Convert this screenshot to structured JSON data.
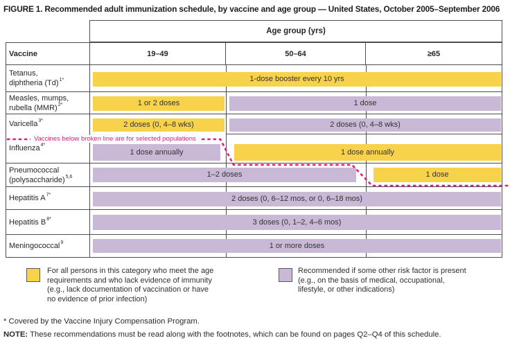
{
  "title": "FIGURE 1. Recommended adult immunization schedule, by vaccine and age group — United States, October 2005–September 2006",
  "colors": {
    "for_all": "#F8D24A",
    "risk_factor": "#C9B8D6",
    "broken_line": "#E8197C",
    "border": "#4D4D4D"
  },
  "table": {
    "age_group_header": "Age group (yrs)",
    "vaccine_header": "Vaccine",
    "columns": [
      "19–49",
      "50–64",
      "≥65"
    ],
    "broken_line_note": "Vaccines below broken line are for selected populations",
    "rows": [
      {
        "label_line1": "Tetanus,",
        "label_line2": "diphtheria (Td)",
        "sup": "1*",
        "bars": [
          {
            "type": "for_all",
            "text": "1-dose booster every 10 yrs"
          }
        ]
      },
      {
        "label_line1": "Measles, mumps,",
        "label_line2": "rubella (MMR)",
        "sup": "2*",
        "bars": [
          {
            "type": "for_all",
            "text": "1 or 2 doses"
          },
          {
            "type": "risk_factor",
            "text": "1 dose"
          }
        ]
      },
      {
        "label_line1": "Varicella",
        "sup": "3*",
        "bars": [
          {
            "type": "for_all",
            "text": "2 doses (0, 4–8 wks)"
          },
          {
            "type": "risk_factor",
            "text": "2 doses (0, 4–8 wks)"
          }
        ]
      },
      {
        "label_line1": "Influenza",
        "sup": "4*",
        "bars": [
          {
            "type": "risk_factor",
            "text": "1 dose annually"
          },
          {
            "type": "for_all",
            "text": "1 dose annually"
          }
        ]
      },
      {
        "label_line1": "Pneumococcal",
        "label_line2": "(polysaccharide)",
        "sup": "5,6",
        "bars": [
          {
            "type": "risk_factor",
            "text": "1–2 doses"
          },
          {
            "type": "for_all",
            "text": "1 dose"
          }
        ]
      },
      {
        "label_line1": "Hepatitis A",
        "sup": "7*",
        "bars": [
          {
            "type": "risk_factor",
            "text": "2 doses (0, 6–12 mos, or 0, 6–18 mos)"
          }
        ]
      },
      {
        "label_line1": "Hepatitis B",
        "sup": "8*",
        "bars": [
          {
            "type": "risk_factor",
            "text": "3 doses (0, 1–2, 4–6 mos)"
          }
        ]
      },
      {
        "label_line1": "Meningococcal",
        "sup": "9",
        "bars": [
          {
            "type": "risk_factor",
            "text": "1 or more doses"
          }
        ]
      }
    ]
  },
  "legend": {
    "for_all_text": "For all persons in this category who meet the age\nrequirements and who lack evidence of immunity\n(e.g., lack documentation of vaccination or have\nno evidence of prior infection)",
    "risk_factor_text": "Recommended if some other risk factor is present\n(e.g., on the basis of medical, occupational,\nlifestyle, or other indications)"
  },
  "footnotes": {
    "star": "* Covered by the Vaccine Injury Compensation Program.",
    "note_label": "NOTE:",
    "note_text": " These recommendations must be read along with the footnotes, which can be found on pages Q2–Q4 of this schedule."
  }
}
